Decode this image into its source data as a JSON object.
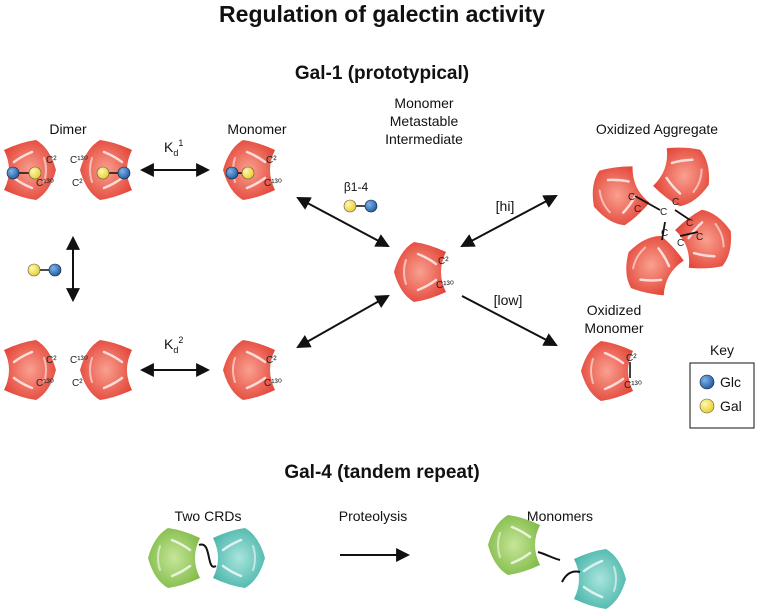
{
  "title": "Regulation of galectin activity",
  "gal1": {
    "heading": "Gal-1 (prototypical)",
    "dimer_label": "Dimer",
    "monomer_label": "Monomer",
    "intermediate_label": [
      "Monomer",
      "Metastable",
      "Intermediate"
    ],
    "aggregate_label": "Oxidized Aggregate",
    "oxidized_monomer_label": [
      "Oxidized",
      "Monomer"
    ],
    "kd1_base": "K",
    "kd1_sub": "d",
    "kd1_sup": "1",
    "kd2_base": "K",
    "kd2_sub": "d",
    "kd2_sup": "2",
    "linkage": "β1-4",
    "hi": "[hi]",
    "low": "[low]",
    "cys2": "C²",
    "cys130": "C¹³⁰"
  },
  "key": {
    "title": "Key",
    "glc_label": "Glc",
    "gal_label": "Gal",
    "glc_color": "#2f6fb7",
    "gal_color": "#f3e35a"
  },
  "gal4": {
    "heading": "Gal-4 (tandem repeat)",
    "two_crds": "Two CRDs",
    "proteolysis": "Proteolysis",
    "monomers": "Monomers"
  },
  "colors": {
    "gal1_protein": "#e8483a",
    "gal4_green": "#8fcb4f",
    "gal4_teal": "#5dc3b8"
  }
}
